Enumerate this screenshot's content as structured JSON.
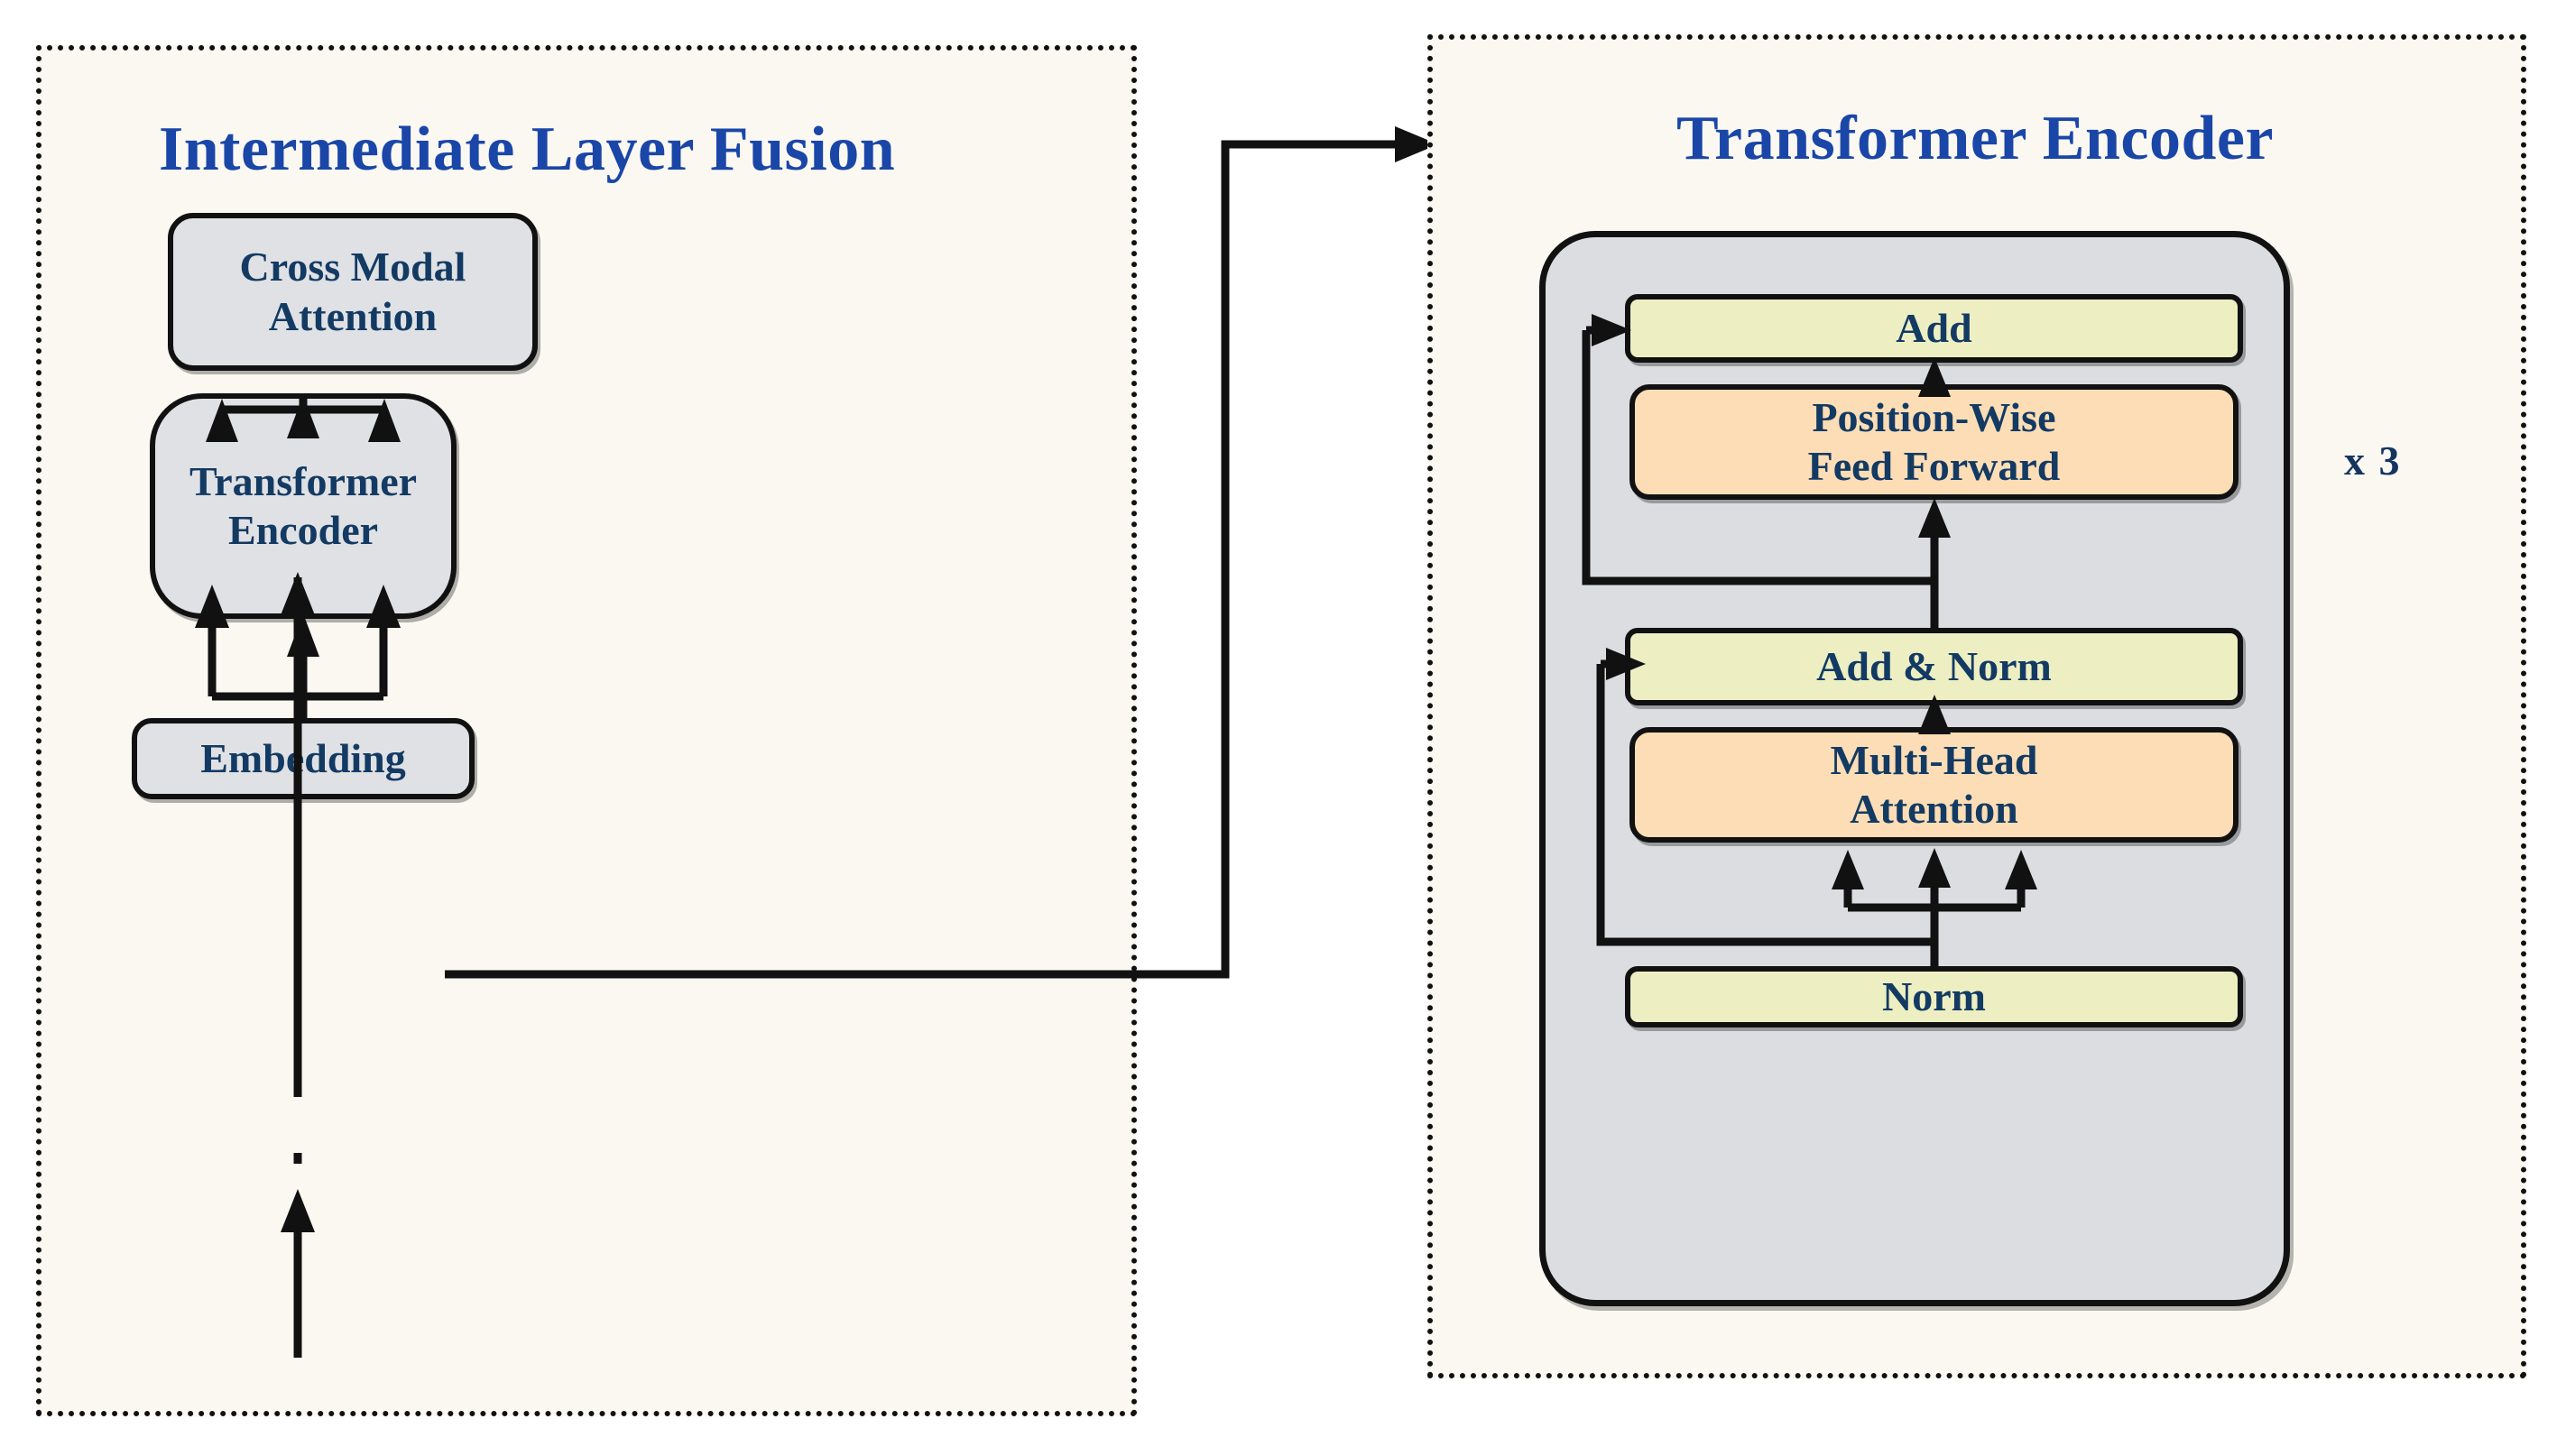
{
  "figure": {
    "type": "architecture-block-diagram",
    "background": "#ffffff",
    "panel_fill": "#FAF8F1",
    "accent_title_color": "#1A46A8",
    "node_label_color": "#133A63",
    "node_colors": {
      "gray": "#E0E1E4",
      "yellow": "#EDEFC3",
      "orange": "#FCDDB6",
      "container_gray": "#DCDDE1",
      "stroke": "#111111"
    }
  },
  "panels": [
    {
      "id": "intermediate-layer-fusion",
      "title": "Intermediate Layer Fusion",
      "nodes": [
        {
          "id": "cross-modal-attention",
          "label": "Cross Modal Attention",
          "fill": "gray"
        },
        {
          "id": "transformer-encoder",
          "label": "Transformer\nEncoder",
          "fill": "gray"
        },
        {
          "id": "embedding",
          "label": "Embedding",
          "fill": "gray"
        }
      ]
    },
    {
      "id": "transformer-encoder-detail",
      "title": "Transformer Encoder",
      "repeat_label": "x 3",
      "nodes": [
        {
          "id": "add",
          "label": "Add",
          "fill": "yellow"
        },
        {
          "id": "position-wise-feed-forward",
          "label": "Position-Wise\nFeed Forward",
          "fill": "orange"
        },
        {
          "id": "add-and-norm",
          "label": "Add & Norm",
          "fill": "yellow"
        },
        {
          "id": "multi-head-attention",
          "label": "Multi-Head\nAttention",
          "fill": "orange"
        },
        {
          "id": "norm",
          "label": "Norm",
          "fill": "yellow"
        }
      ]
    }
  ],
  "edges": [
    {
      "from": "embedding",
      "to": "transformer-encoder",
      "style": "arrow-up"
    },
    {
      "from": "transformer-encoder",
      "to": "cross-modal-attention",
      "style": "three-way-fan-up"
    },
    {
      "from": "transformer-encoder",
      "to": "transformer-encoder-detail",
      "style": "right-then-up-arrow"
    },
    {
      "from": "norm",
      "to": "multi-head-attention",
      "style": "three-way-fan-up"
    },
    {
      "from": "norm",
      "to": "add-and-norm",
      "style": "skip-left-arrow"
    },
    {
      "from": "multi-head-attention",
      "to": "add-and-norm",
      "style": "arrow-up"
    },
    {
      "from": "add-and-norm",
      "to": "position-wise-feed-forward",
      "style": "arrow-up"
    },
    {
      "from": "add-and-norm",
      "to": "add",
      "style": "skip-left-arrow"
    },
    {
      "from": "position-wise-feed-forward",
      "to": "add",
      "style": "arrow-up"
    }
  ]
}
